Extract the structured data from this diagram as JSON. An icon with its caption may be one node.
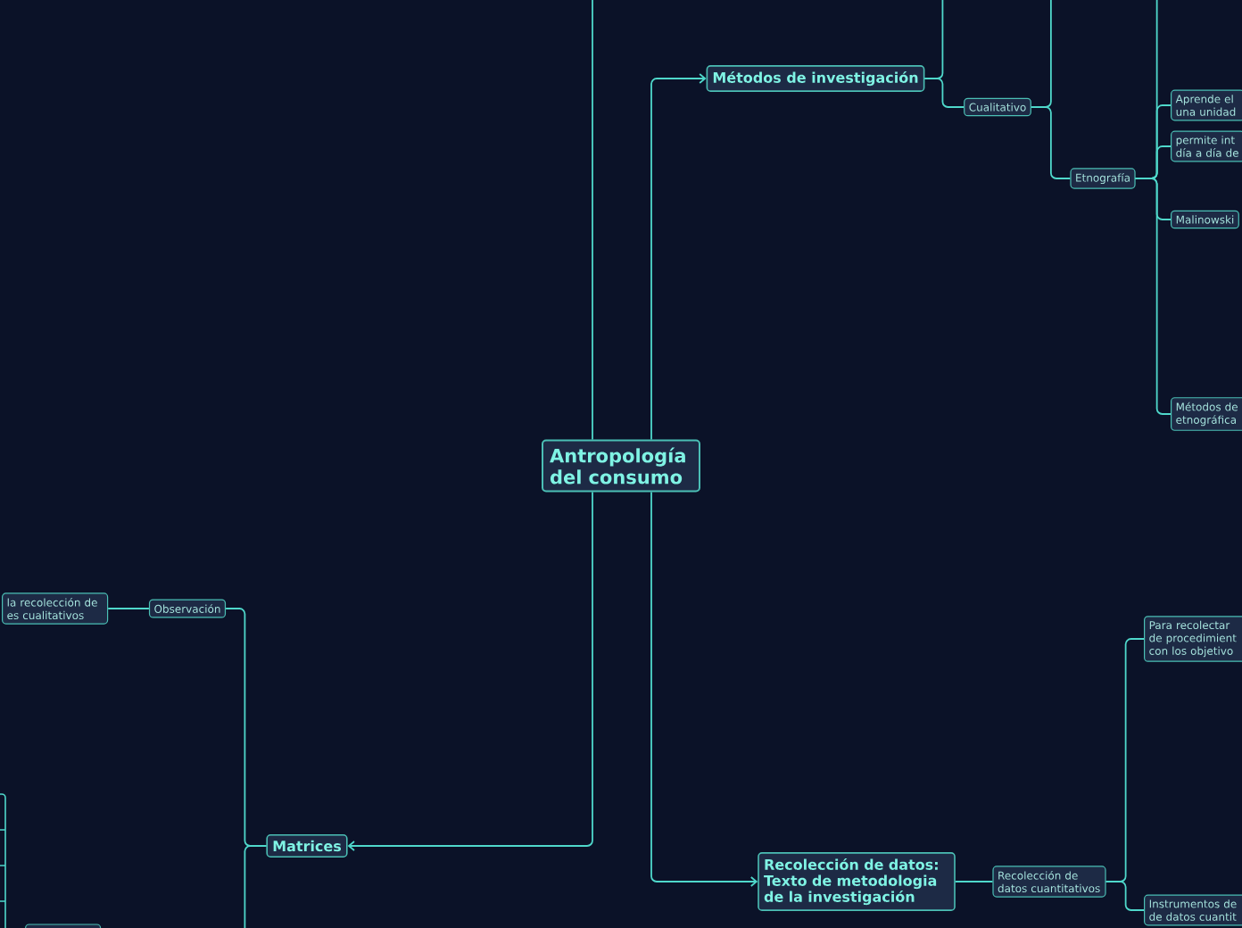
{
  "diagram": {
    "nodes": [
      {
        "text": [
          "Antropología del consumo"
        ]
      },
      {
        "text": [
          "Métodos de investigación"
        ]
      },
      {
        "text": [
          "Cualitativo"
        ]
      },
      {
        "text": [
          "Etnografía"
        ]
      },
      {
        "text": [
          "Aprende el una unidad"
        ]
      },
      {
        "text": [
          "permite int día a día de"
        ]
      },
      {
        "text": [
          "Malinowski"
        ]
      },
      {
        "text": [
          "Métodos de etnográfica"
        ]
      },
      {
        "text": [
          "Matrices"
        ]
      },
      {
        "text": [
          "Observación"
        ]
      },
      {
        "text": [
          "la recolección de es cualitativos"
        ]
      },
      {
        "text": [
          "Recolección de datos: Texto de metodologia de la investigación"
        ]
      },
      {
        "text": [
          "Recolección de datos cuantitativos"
        ]
      },
      {
        "text": [
          "Para recolectar de procedimient con los objetivo"
        ]
      },
      {
        "text": [
          "Instrumentos de de datos cuantit"
        ]
      },
      {
        "text": [],
        "shape": "box"
      }
    ],
    "edges": [
      {
        "from": 0,
        "to": 1,
        "arrow": "to"
      },
      {
        "from": 0,
        "to": 8,
        "arrow": "to"
      },
      {
        "from": 0,
        "to": 11,
        "arrow": "to"
      },
      {
        "from": 0,
        "to": null,
        "arrow": "none"
      },
      {
        "from": 1,
        "to": 2,
        "arrow": "none"
      },
      {
        "from": 1,
        "to": null,
        "arrow": "none"
      },
      {
        "from": 2,
        "to": 3,
        "arrow": "none"
      },
      {
        "from": 2,
        "to": null,
        "arrow": "none"
      },
      {
        "from": 3,
        "to": 4,
        "arrow": "none"
      },
      {
        "from": 3,
        "to": 5,
        "arrow": "none"
      },
      {
        "from": 3,
        "to": 6,
        "arrow": "none"
      },
      {
        "from": 3,
        "to": 7,
        "arrow": "none"
      },
      {
        "from": 3,
        "to": null,
        "arrow": "none"
      },
      {
        "from": 8,
        "to": 9,
        "arrow": "none"
      },
      {
        "from": 8,
        "to": null,
        "arrow": "none"
      },
      {
        "from": 9,
        "to": 10,
        "arrow": "none"
      },
      {
        "from": 11,
        "to": 12,
        "arrow": "none"
      },
      {
        "from": 12,
        "to": 13,
        "arrow": "none"
      },
      {
        "from": 12,
        "to": 14,
        "arrow": "none"
      }
    ]
  }
}
